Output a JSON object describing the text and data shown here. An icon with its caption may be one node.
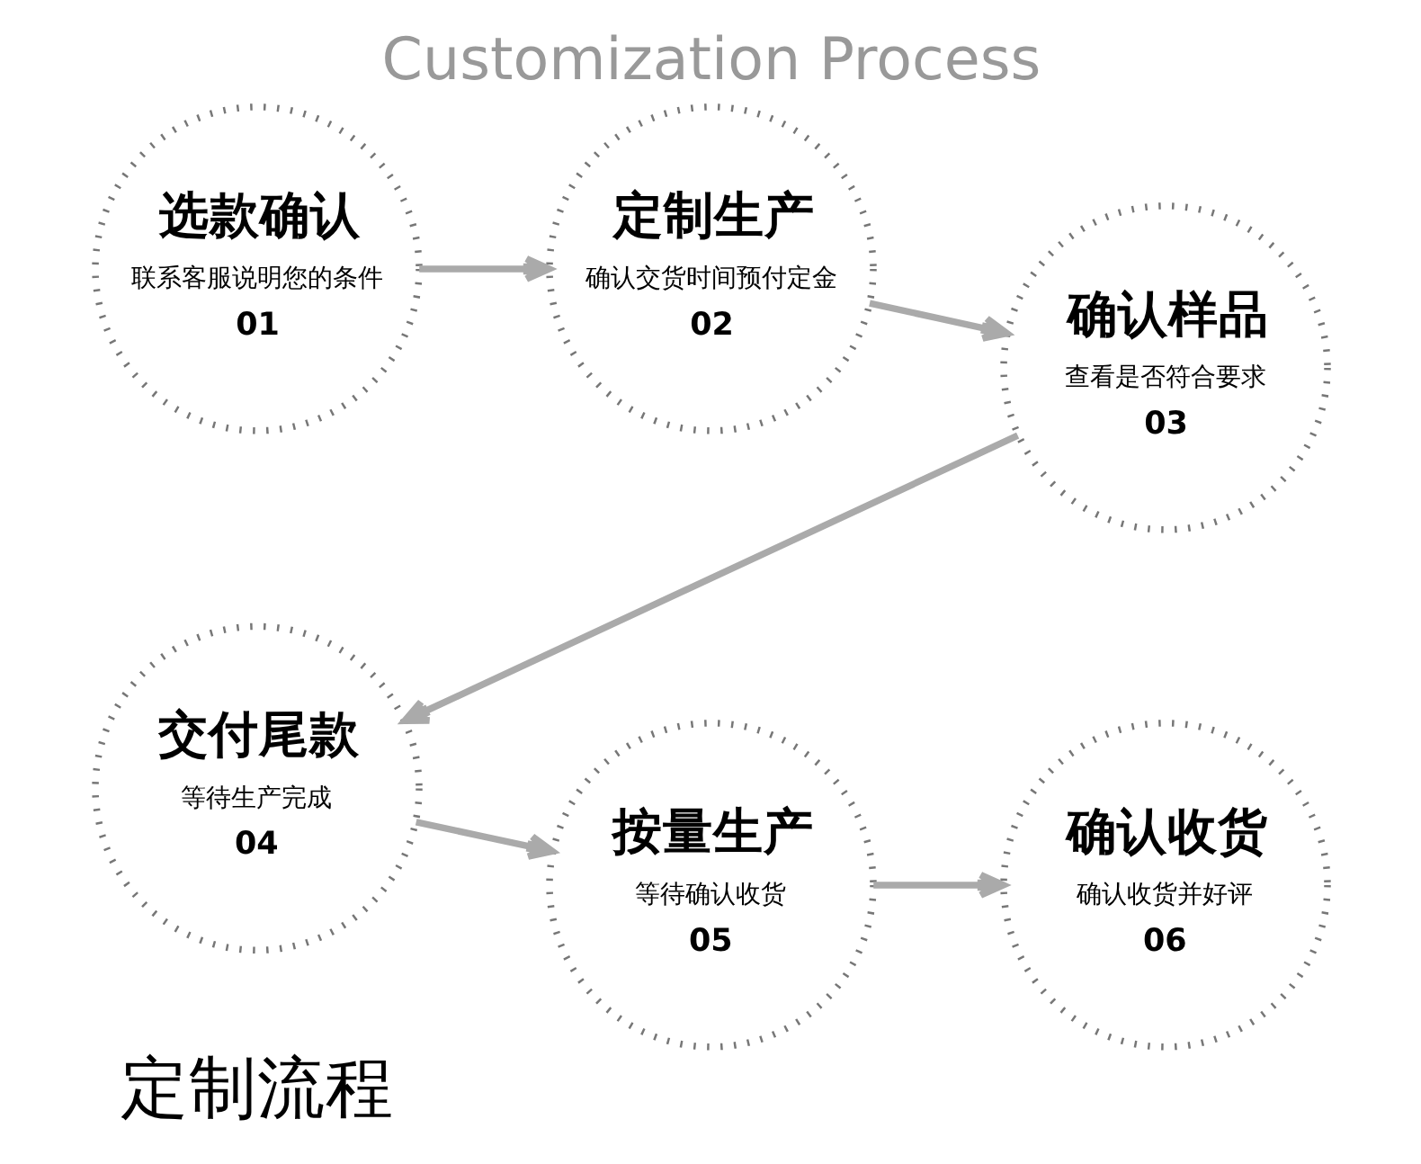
{
  "diagram": {
    "title": "Customization Process",
    "nodes": [
      {
        "text": [
          "选款确认",
          "联系客服说明您的条件",
          "01"
        ]
      },
      {
        "text": [
          "定制生产",
          "确认交货时间预付定金",
          "02"
        ]
      },
      {
        "text": [
          "确认样品",
          "查看是否符合要求",
          "03"
        ]
      },
      {
        "text": [
          "确认收货",
          "确认收货并好评",
          "06"
        ]
      },
      {
        "text": [
          "按量生产",
          "等待确认收货",
          "05"
        ]
      },
      {
        "text": [
          "交付尾款",
          "等待生产完成",
          "04"
        ]
      }
    ],
    "edges": [
      {
        "from": 0,
        "to": 1,
        "arrow": "to"
      },
      {
        "from": 1,
        "to": 2,
        "arrow": "to"
      },
      {
        "from": 2,
        "to": 5,
        "arrow": "to"
      },
      {
        "from": 5,
        "to": 4,
        "arrow": "to"
      },
      {
        "from": 4,
        "to": 3,
        "arrow": "to"
      }
    ],
    "labels": [
      "定制流程"
    ]
  }
}
